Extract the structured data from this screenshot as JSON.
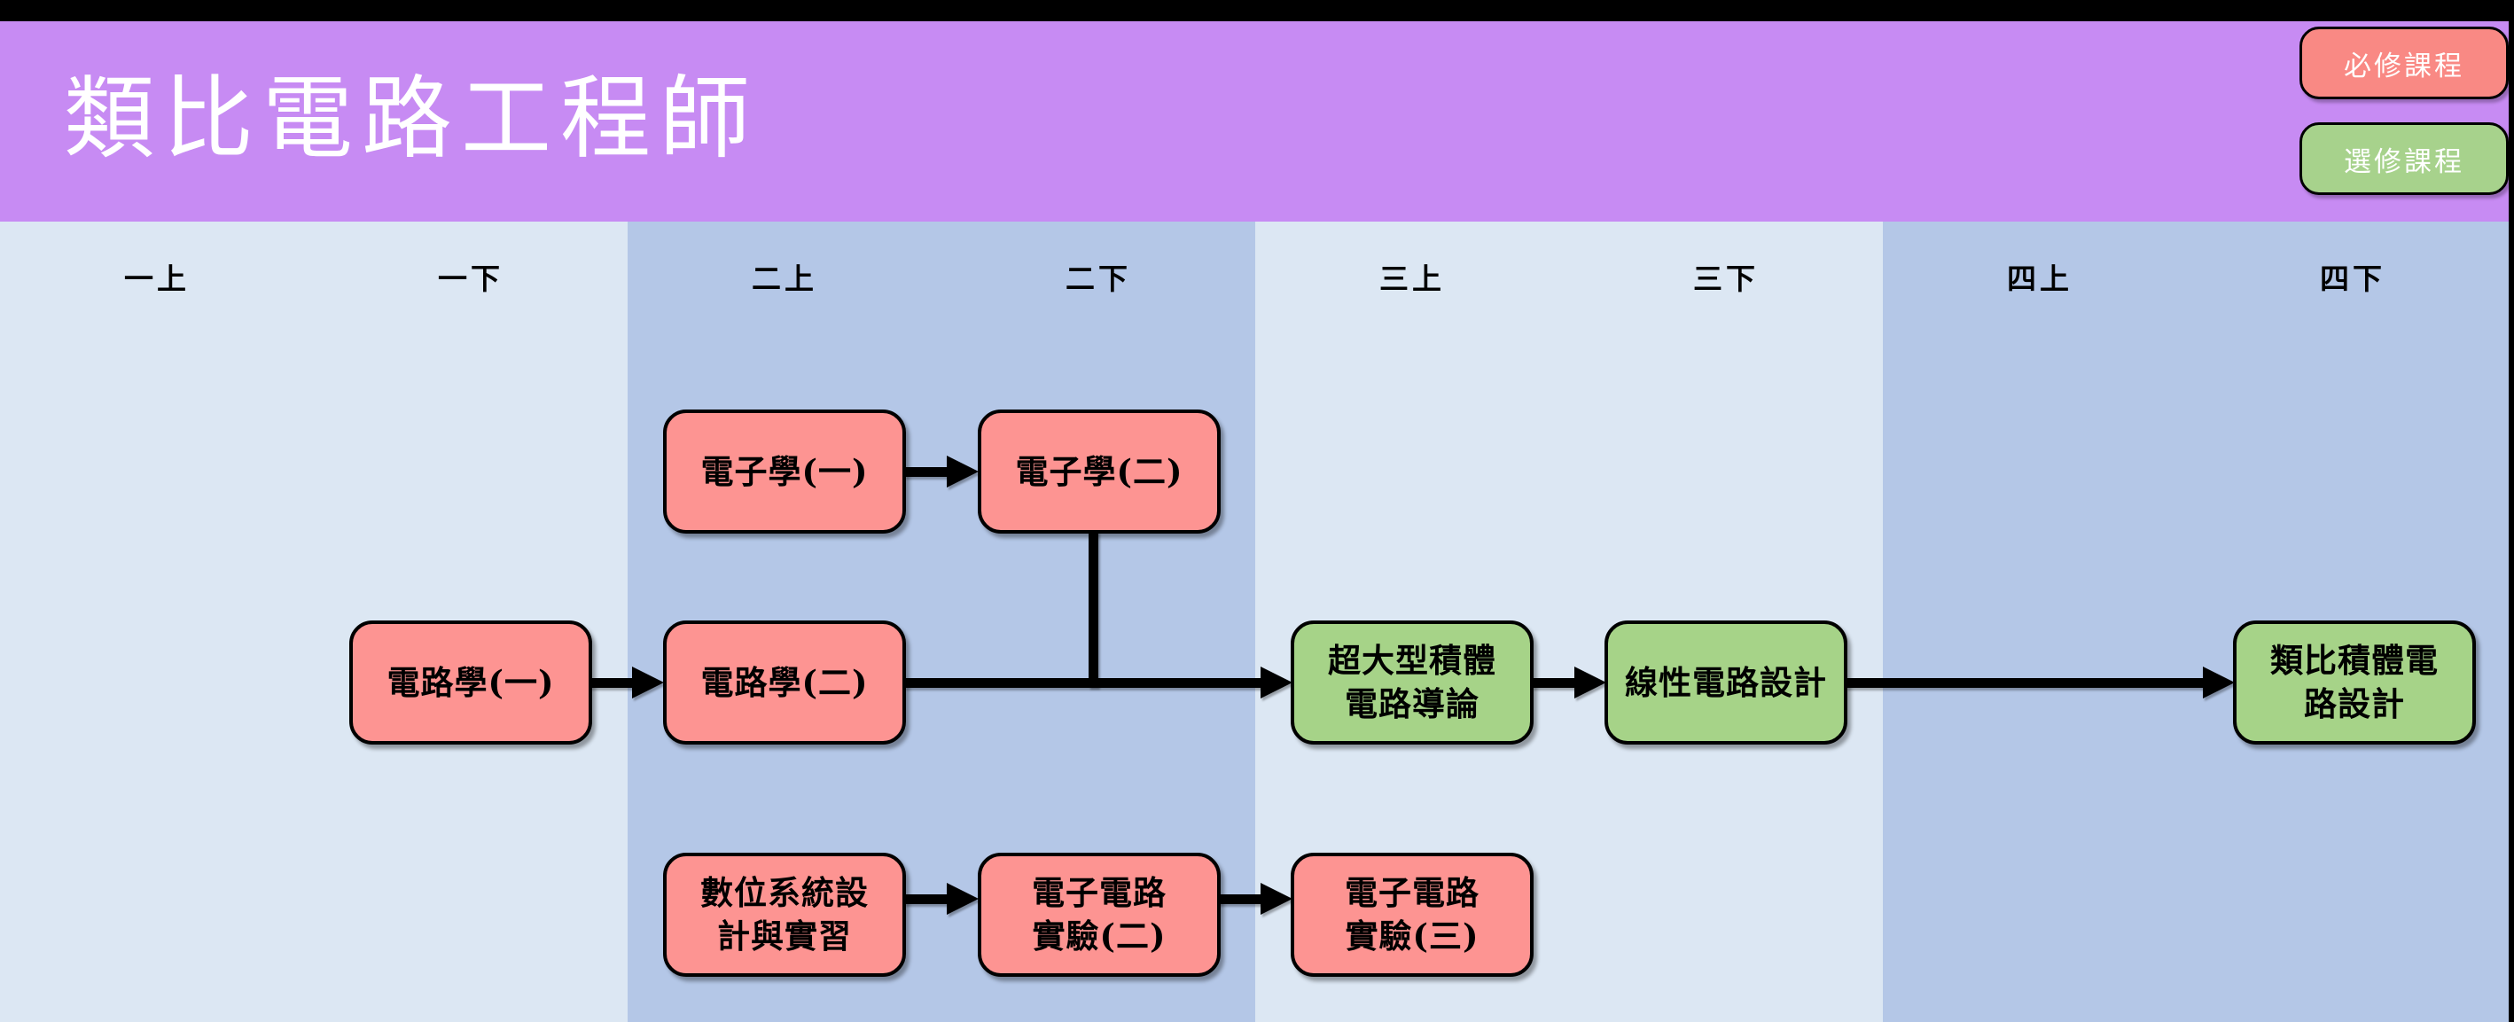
{
  "header": {
    "title": "類比電路工程師",
    "background_color": "#c78bf3",
    "legend": [
      {
        "label": "必修課程",
        "meaning": "required course",
        "color": "#f98984"
      },
      {
        "label": "選修課程",
        "meaning": "elective course",
        "color": "#a6d388"
      }
    ]
  },
  "timeline": {
    "columns": [
      {
        "label": "一上"
      },
      {
        "label": "一下"
      },
      {
        "label": "二上"
      },
      {
        "label": "二下"
      },
      {
        "label": "三上"
      },
      {
        "label": "三下"
      },
      {
        "label": "四上"
      },
      {
        "label": "四下"
      }
    ],
    "band_colors": {
      "light": "#dce7f3",
      "dark": "#b4c7e7"
    }
  },
  "courses": [
    {
      "title": "電子學(一)",
      "type": "required",
      "semester": "二上"
    },
    {
      "title": "電子學(二)",
      "type": "required",
      "semester": "二下"
    },
    {
      "title": "電路學(一)",
      "type": "required",
      "semester": "一下"
    },
    {
      "title": "電路學(二)",
      "type": "required",
      "semester": "二上"
    },
    {
      "title": "超大型積體\n電路導論",
      "type": "elective",
      "semester": "三上"
    },
    {
      "title": "線性電路設計",
      "type": "elective",
      "semester": "三下"
    },
    {
      "title": "類比積體電\n路設計",
      "type": "elective",
      "semester": "四下"
    },
    {
      "title": "數位系統設\n計與實習",
      "type": "required",
      "semester": "二上"
    },
    {
      "title": "電子電路\n實驗(二)",
      "type": "required",
      "semester": "二下"
    },
    {
      "title": "電子電路\n實驗(三)",
      "type": "required",
      "semester": "三上"
    }
  ],
  "edges": [
    {
      "from": "電子學(一)",
      "to": "電子學(二)"
    },
    {
      "from": "電路學(一)",
      "to": "電路學(二)"
    },
    {
      "from": "電路學(二)",
      "to": "超大型積體電路導論"
    },
    {
      "from": "電子學(二)",
      "to": "超大型積體電路導論"
    },
    {
      "from": "超大型積體電路導論",
      "to": "線性電路設計"
    },
    {
      "from": "線性電路設計",
      "to": "類比積體電路設計"
    },
    {
      "from": "數位系統設計與實習",
      "to": "電子電路實驗(二)"
    },
    {
      "from": "電子電路實驗(二)",
      "to": "電子電路實驗(三)"
    }
  ]
}
